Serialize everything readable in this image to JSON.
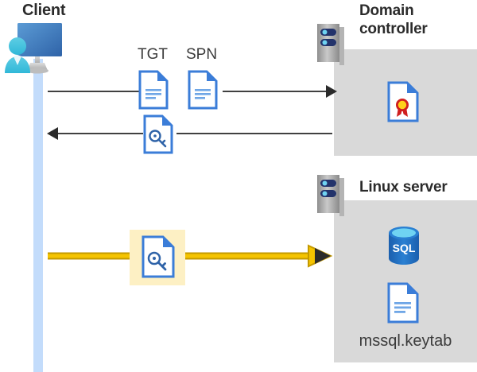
{
  "diagram": {
    "title_client": "Client",
    "title_domain_controller": "Domain controller",
    "title_linux_server": "Linux server",
    "colors": {
      "panel_gray": "#d9d9d9",
      "lifeline_blue": "#c3dcfb",
      "doc_blue": "#3b7dd8",
      "arrow_gray": "#404040",
      "arrow_yellow": "#f5c400",
      "highlight_yellow": "#fdf0c4",
      "sql_blue": "#1f6fc4",
      "seal_red": "#d01f1f",
      "seal_gold": "#ffd11a",
      "rack_gray": "#9d9d9d",
      "rack_bay_navy": "#23336b"
    }
  },
  "client": {
    "label": "Client",
    "icon": "user-computer-icon",
    "lifeline": "client-lifeline"
  },
  "messages": [
    {
      "id": "request",
      "direction": "right",
      "style": "thin-gray",
      "labels": [
        "TGT",
        "SPN"
      ],
      "icons": [
        "tgt-document-icon",
        "spn-document-icon"
      ]
    },
    {
      "id": "response",
      "direction": "left",
      "style": "thin-gray",
      "labels": [],
      "icons": [
        "key-document-icon"
      ]
    },
    {
      "id": "keytab-transfer",
      "direction": "right",
      "style": "thick-yellow",
      "labels": [],
      "icons": [
        "keytab-document-icon"
      ],
      "highlighted": true
    }
  ],
  "labels": {
    "tgt": "TGT",
    "spn": "SPN"
  },
  "domain_controller": {
    "title_line1": "Domain",
    "title_line2": "controller",
    "title": "Domain controller",
    "server_icon": "server-rack-icon",
    "contents": [
      {
        "icon": "certificate-document-icon",
        "caption": ""
      }
    ]
  },
  "linux_server": {
    "title": "Linux server",
    "server_icon": "server-rack-icon",
    "contents": [
      {
        "icon": "sql-database-icon",
        "caption": "SQL"
      },
      {
        "icon": "keytab-document-icon",
        "caption": "mssql.keytab"
      }
    ],
    "sql_label": "SQL",
    "keytab_filename": "mssql.keytab"
  }
}
